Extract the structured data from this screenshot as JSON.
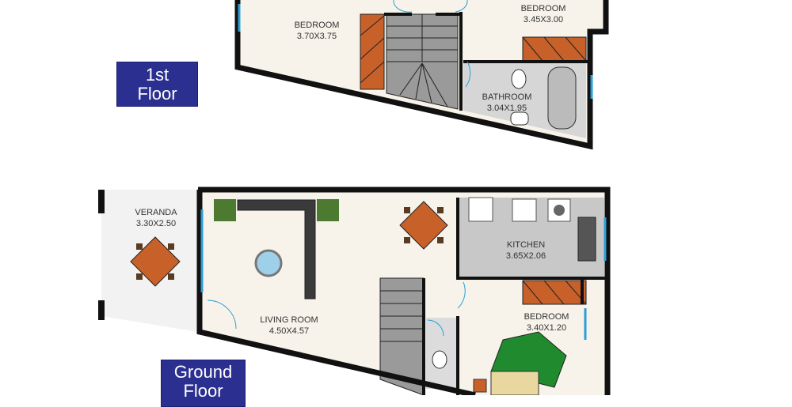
{
  "first_floor": {
    "badge_line1": "1st",
    "badge_line2": "Floor",
    "rooms": [
      {
        "name": "BEDROOM",
        "size": "3.70X3.75"
      },
      {
        "name": "BEDROOM",
        "size": "3.45X3.00"
      },
      {
        "name": "BATHROOM",
        "size": "3.04X1.95"
      }
    ]
  },
  "ground_floor": {
    "badge_line1": "Ground",
    "badge_line2": "Floor",
    "rooms": [
      {
        "name": "VERANDA",
        "size": "3.30X2.50"
      },
      {
        "name": "LIVING ROOM",
        "size": "4.50X4.57"
      },
      {
        "name": "KITCHEN",
        "size": "3.65X2.06"
      },
      {
        "name": "BEDROOM",
        "size": "3.40X1.20"
      }
    ]
  },
  "colors": {
    "floor": "#f7f3ea",
    "wall": "#111111",
    "badge": "#2b2f8f",
    "wardrobe": "#c8602a",
    "stairs": "#9a9a9a",
    "tile": "#cfcfcf",
    "window": "#2a9fd8"
  }
}
